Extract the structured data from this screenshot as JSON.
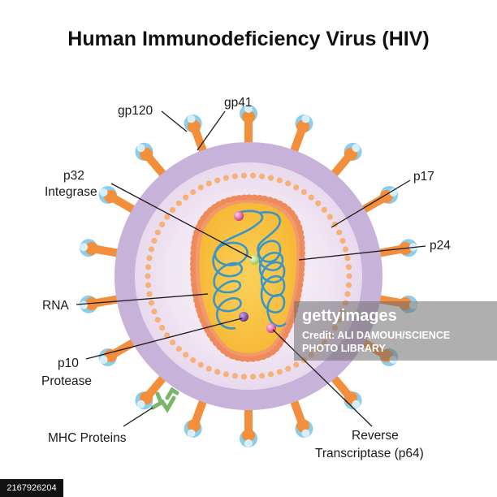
{
  "title": "Human Immunodeficiency Virus (HIV)",
  "labels": {
    "gp120": "gp120",
    "gp41": "gp41",
    "p32_line1": "p32",
    "p32_line2": "Integrase",
    "p17": "p17",
    "p24": "p24",
    "rna": "RNA",
    "p10_line1": "p10",
    "p10_line2": "Protease",
    "mhc": "MHC Proteins",
    "rt_line1": "Reverse",
    "rt_line2": "Transcriptase (p64)"
  },
  "watermark": {
    "logo": "gettyimages",
    "credit_line1": "Credit: ALI DAMOUH/SCIENCE",
    "credit_line2": "PHOTO LIBRARY"
  },
  "stock_id": "2167926204",
  "colors": {
    "envelope": "#c9b6dd",
    "envelope_inner": "#f3e8f3",
    "matrix_dots": "#f6b178",
    "capsid": "#f8c13a",
    "capsid_border": "#ee8f5a",
    "rna": "#3d98c5",
    "spike": "#f28e3c",
    "spike_cap": "#8ccde9",
    "mhc": "#74b36a"
  }
}
